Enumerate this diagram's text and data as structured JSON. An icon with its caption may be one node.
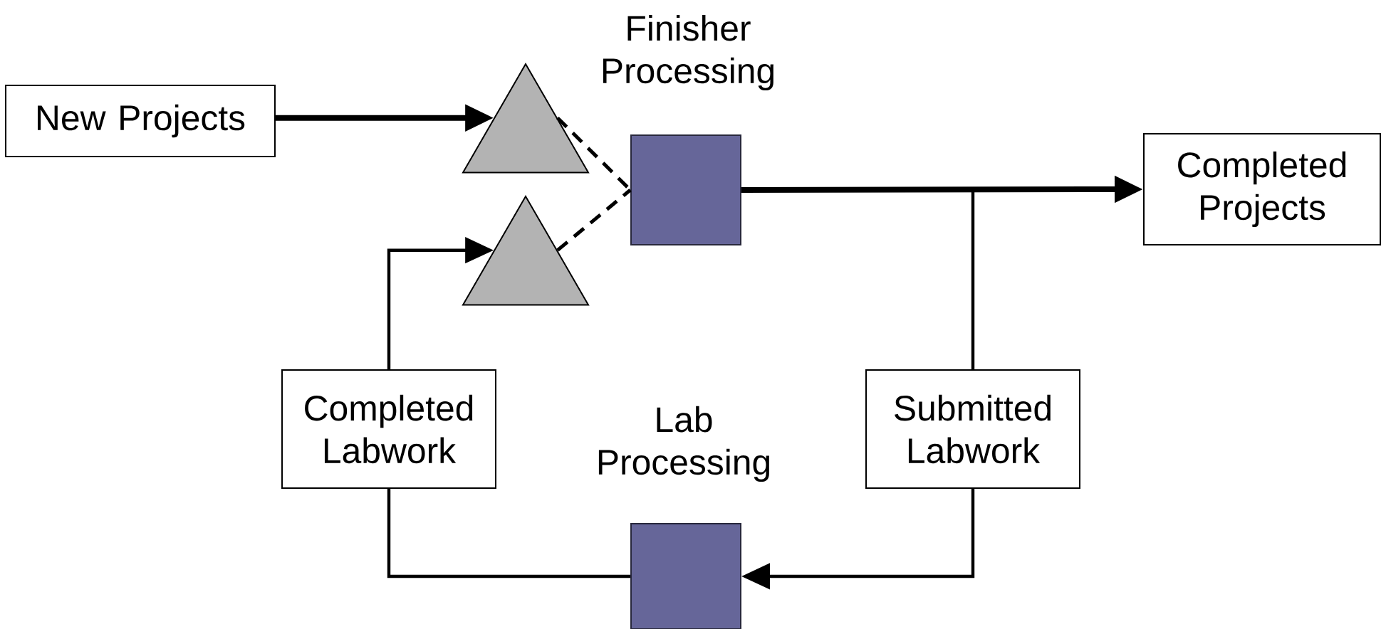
{
  "diagram": {
    "nodes": [
      {
        "text": [
          "New Projects"
        ]
      },
      {
        "text": [],
        "shape": "triangle"
      },
      {
        "text": [],
        "shape": "triangle"
      },
      {
        "text": [
          "Finisher Processing"
        ]
      },
      {
        "text": [
          "Completed Projects"
        ]
      },
      {
        "text": [
          "Completed Labwork"
        ]
      },
      {
        "text": [
          "Lab Processing"
        ]
      },
      {
        "text": [
          "Submitted Labwork"
        ]
      }
    ],
    "edges": [
      {
        "from": 0,
        "to": 1,
        "arrow": "to",
        "style": "thick"
      },
      {
        "from": 1,
        "to": 3,
        "arrow": "none",
        "style": "dashed"
      },
      {
        "from": 2,
        "to": 3,
        "arrow": "none",
        "style": "dashed"
      },
      {
        "from": 3,
        "to": 4,
        "arrow": "to",
        "style": "thick"
      },
      {
        "from": 3,
        "to": 7,
        "arrow": "none"
      },
      {
        "from": 7,
        "to": 6,
        "arrow": "to"
      },
      {
        "from": 6,
        "to": 5,
        "arrow": "none"
      },
      {
        "from": 5,
        "to": 2,
        "arrow": "to"
      }
    ]
  }
}
